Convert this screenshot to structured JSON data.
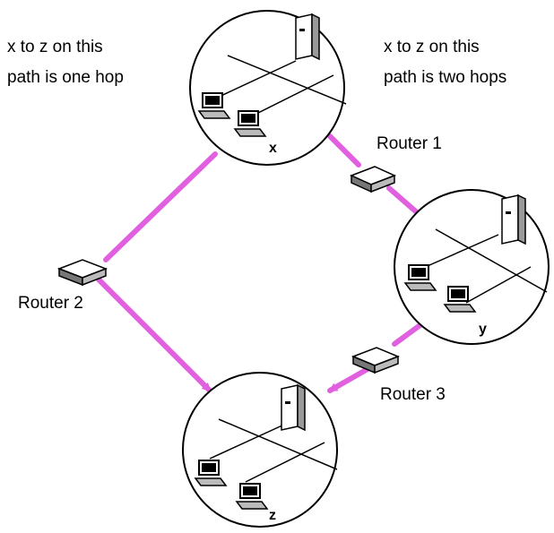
{
  "annotations": {
    "left_line1": "x to z on this",
    "left_line2": "path is one hop",
    "right_line1": "x to z on this",
    "right_line2": "path is two hops"
  },
  "routers": {
    "router1": "Router 1",
    "router2": "Router 2",
    "router3": "Router 3"
  },
  "nodes": {
    "x": "x",
    "y": "y",
    "z": "z"
  },
  "colors": {
    "link": "#e060e0",
    "outline": "#000000",
    "background": "#ffffff"
  }
}
